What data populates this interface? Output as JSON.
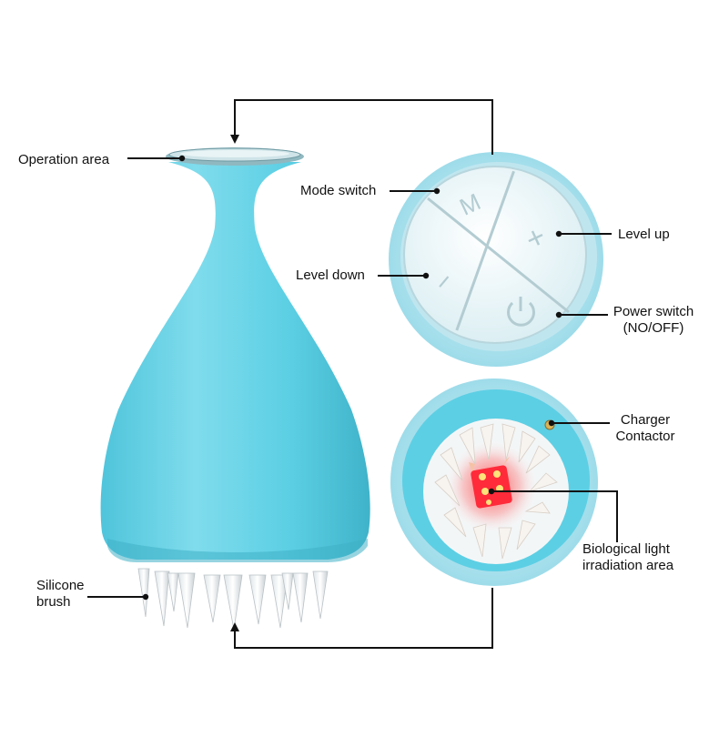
{
  "labels": {
    "operation_area": "Operation area",
    "mode_switch": "Mode switch",
    "level_up": "Level up",
    "level_down": "Level down",
    "power_switch_1": "Power switch",
    "power_switch_2": "(NO/OFF)",
    "charger_1": "Charger",
    "charger_2": "Contactor",
    "bio_1": "Biological light",
    "bio_2": "irradiation area",
    "silicone_1": "Silicone",
    "silicone_2": "brush"
  },
  "button_glyphs": {
    "mode": "M",
    "plus": "+",
    "minus": "−"
  },
  "icons": [
    "power-icon",
    "led-icon"
  ],
  "colors": {
    "body": "#5ccfe4",
    "body_shadow": "#41b6cc",
    "disc": "#eef7f9",
    "bristle": "#eef2f4",
    "led": "#ff2b3a",
    "led_dot": "#ffe27a",
    "line": "#111111"
  }
}
